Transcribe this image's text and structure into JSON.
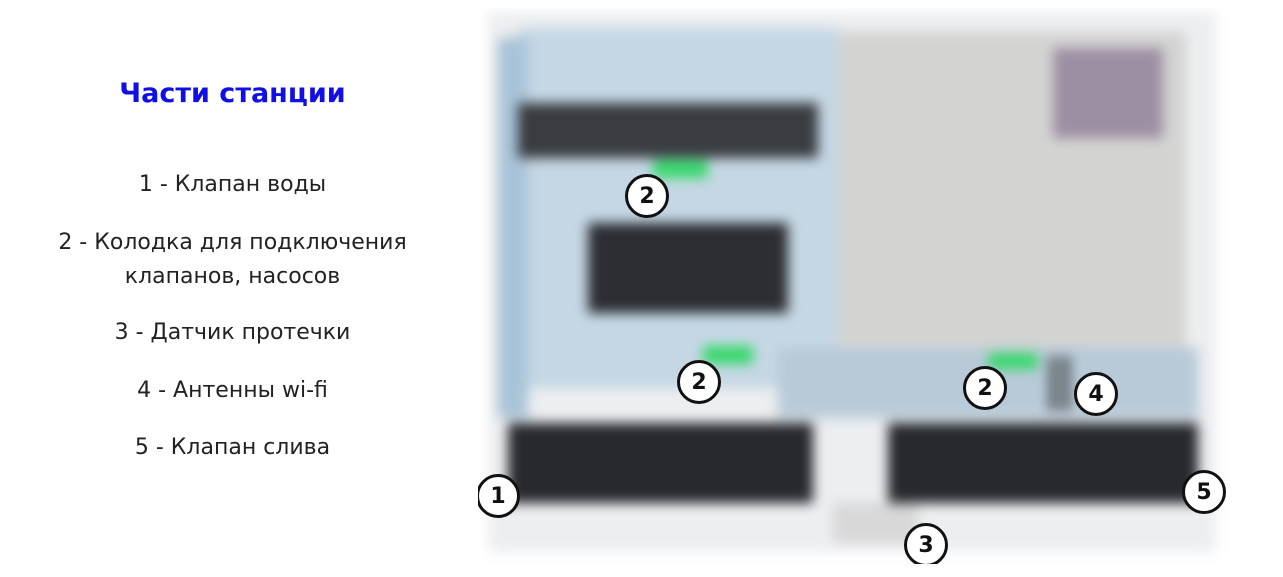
{
  "legend": {
    "title": "Части станции",
    "items": [
      "1 - Клапан воды",
      "2 - Колодка для подключения\nклапанов, насосов",
      "3 - Датчик протечки",
      "4 - Антенны wi-fi",
      "5 - Клапан слива"
    ]
  },
  "markers": [
    "2",
    "2",
    "2",
    "4",
    "1",
    "5",
    "3"
  ],
  "colors": {
    "title": "#1010e6",
    "text": "#222222",
    "marker_border": "#111111"
  }
}
